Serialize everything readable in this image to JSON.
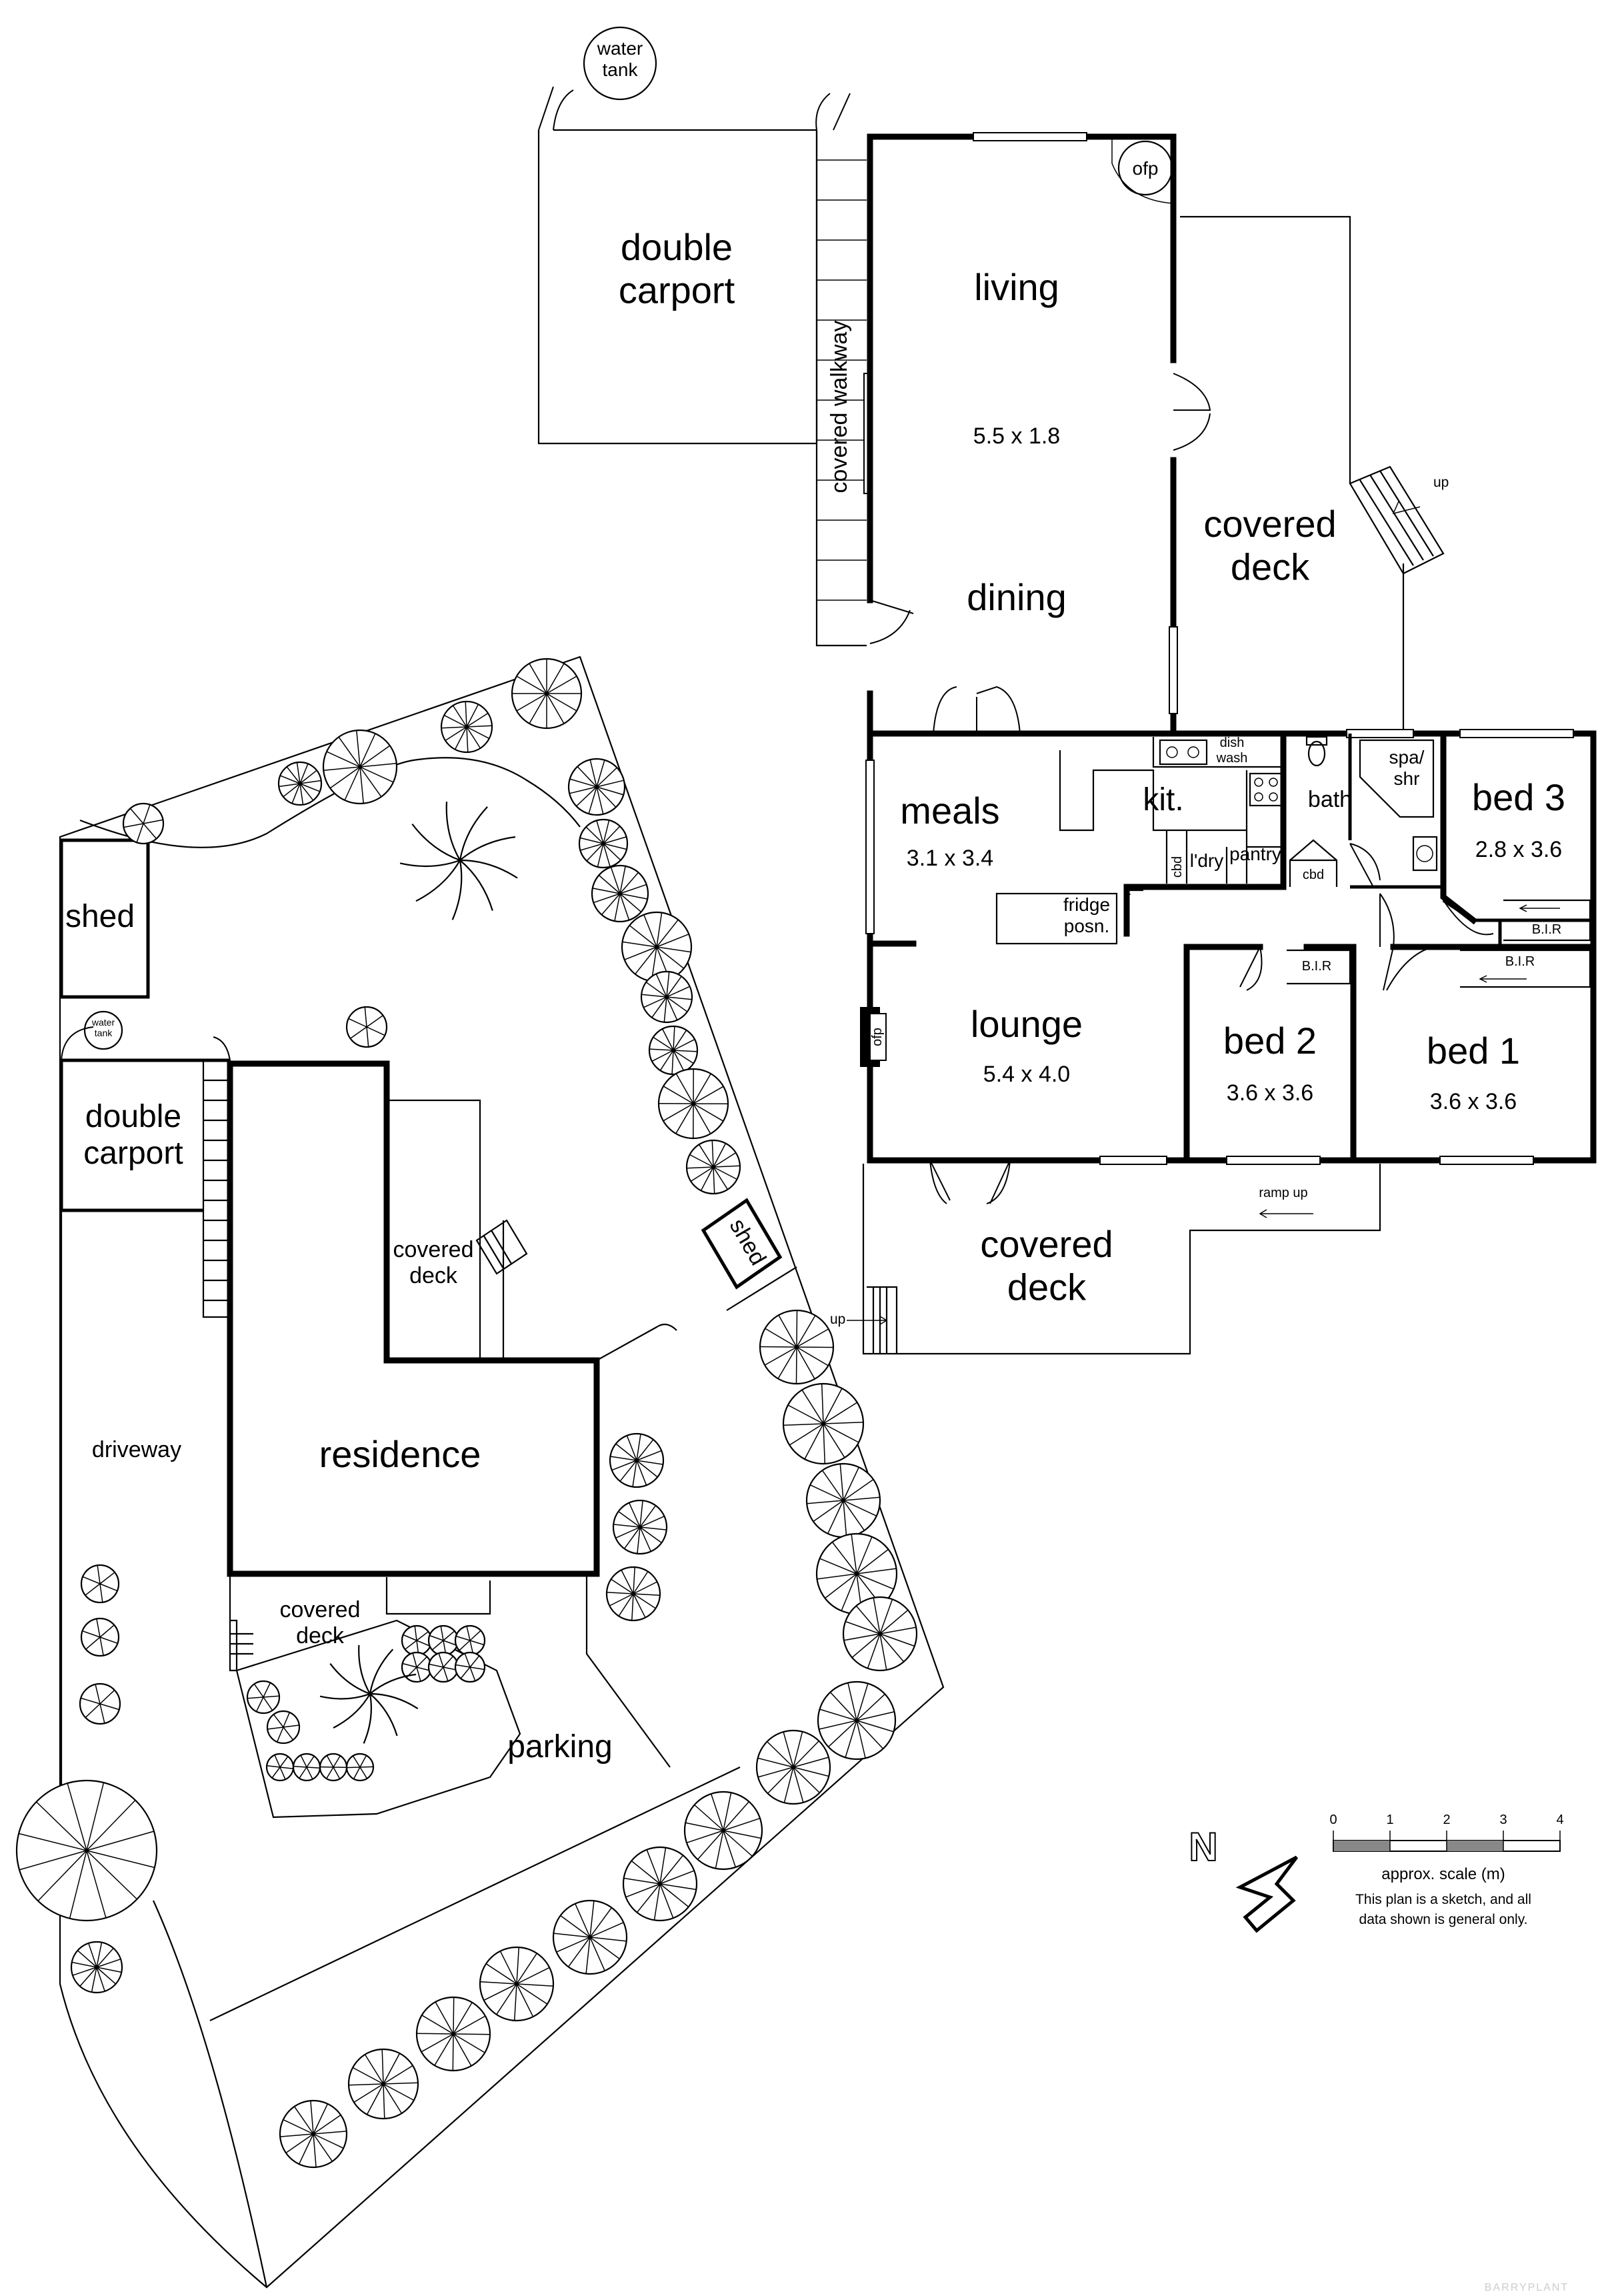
{
  "house": {
    "double_carport": "double\ncarport",
    "water_tank": "water\ntank",
    "covered_walkway": "covered walkway",
    "ofp_top": "ofp",
    "living": "living",
    "living_dims": "5.5 x 1.8",
    "dining": "dining",
    "covered_deck_side": "covered\ndeck",
    "up_side": "up",
    "meals": "meals",
    "meals_dims": "3.1 x 3.4",
    "kit": "kit.",
    "dishwash": "dish\nwash",
    "cbd_kit": "cbd",
    "laundry": "l'dry",
    "pantry": "pantry",
    "fridge": "fridge\nposn.",
    "bath": "bath",
    "cbd_bath": "cbd",
    "spa_shr": "spa/\nshr",
    "bed3": "bed 3",
    "bed3_dims": "2.8 x 3.6",
    "bir_bed3": "B.I.R",
    "bir_bed2": "B.I.R",
    "bir_bed1": "B.I.R",
    "lounge": "lounge",
    "lounge_dims": "5.4 x 4.0",
    "ofp_lounge": "ofp",
    "bed2": "bed 2",
    "bed2_dims": "3.6 x 3.6",
    "bed1": "bed 1",
    "bed1_dims": "3.6 x 3.6",
    "ramp_up": "ramp up",
    "covered_deck_front": "covered\ndeck",
    "up_front": "up"
  },
  "site": {
    "shed_left": "shed",
    "water_tank": "water\ntank",
    "double_carport": "double\ncarport",
    "covered_deck_top": "covered\ndeck",
    "shed_right": "shed",
    "residence": "residence",
    "driveway": "driveway",
    "covered_deck_bottom": "covered\ndeck",
    "parking": "parking"
  },
  "scale": {
    "ticks": [
      "0",
      "1",
      "2",
      "3",
      "4"
    ],
    "label": "approx. scale (m)",
    "note_line1": "This plan is a sketch, and all",
    "note_line2": "data shown is general only."
  },
  "compass": {
    "letter": "N"
  },
  "watermark": "BARRYPLANT",
  "colors": {
    "ink": "#000000",
    "background": "#ffffff",
    "scale_gray": "#888888"
  }
}
